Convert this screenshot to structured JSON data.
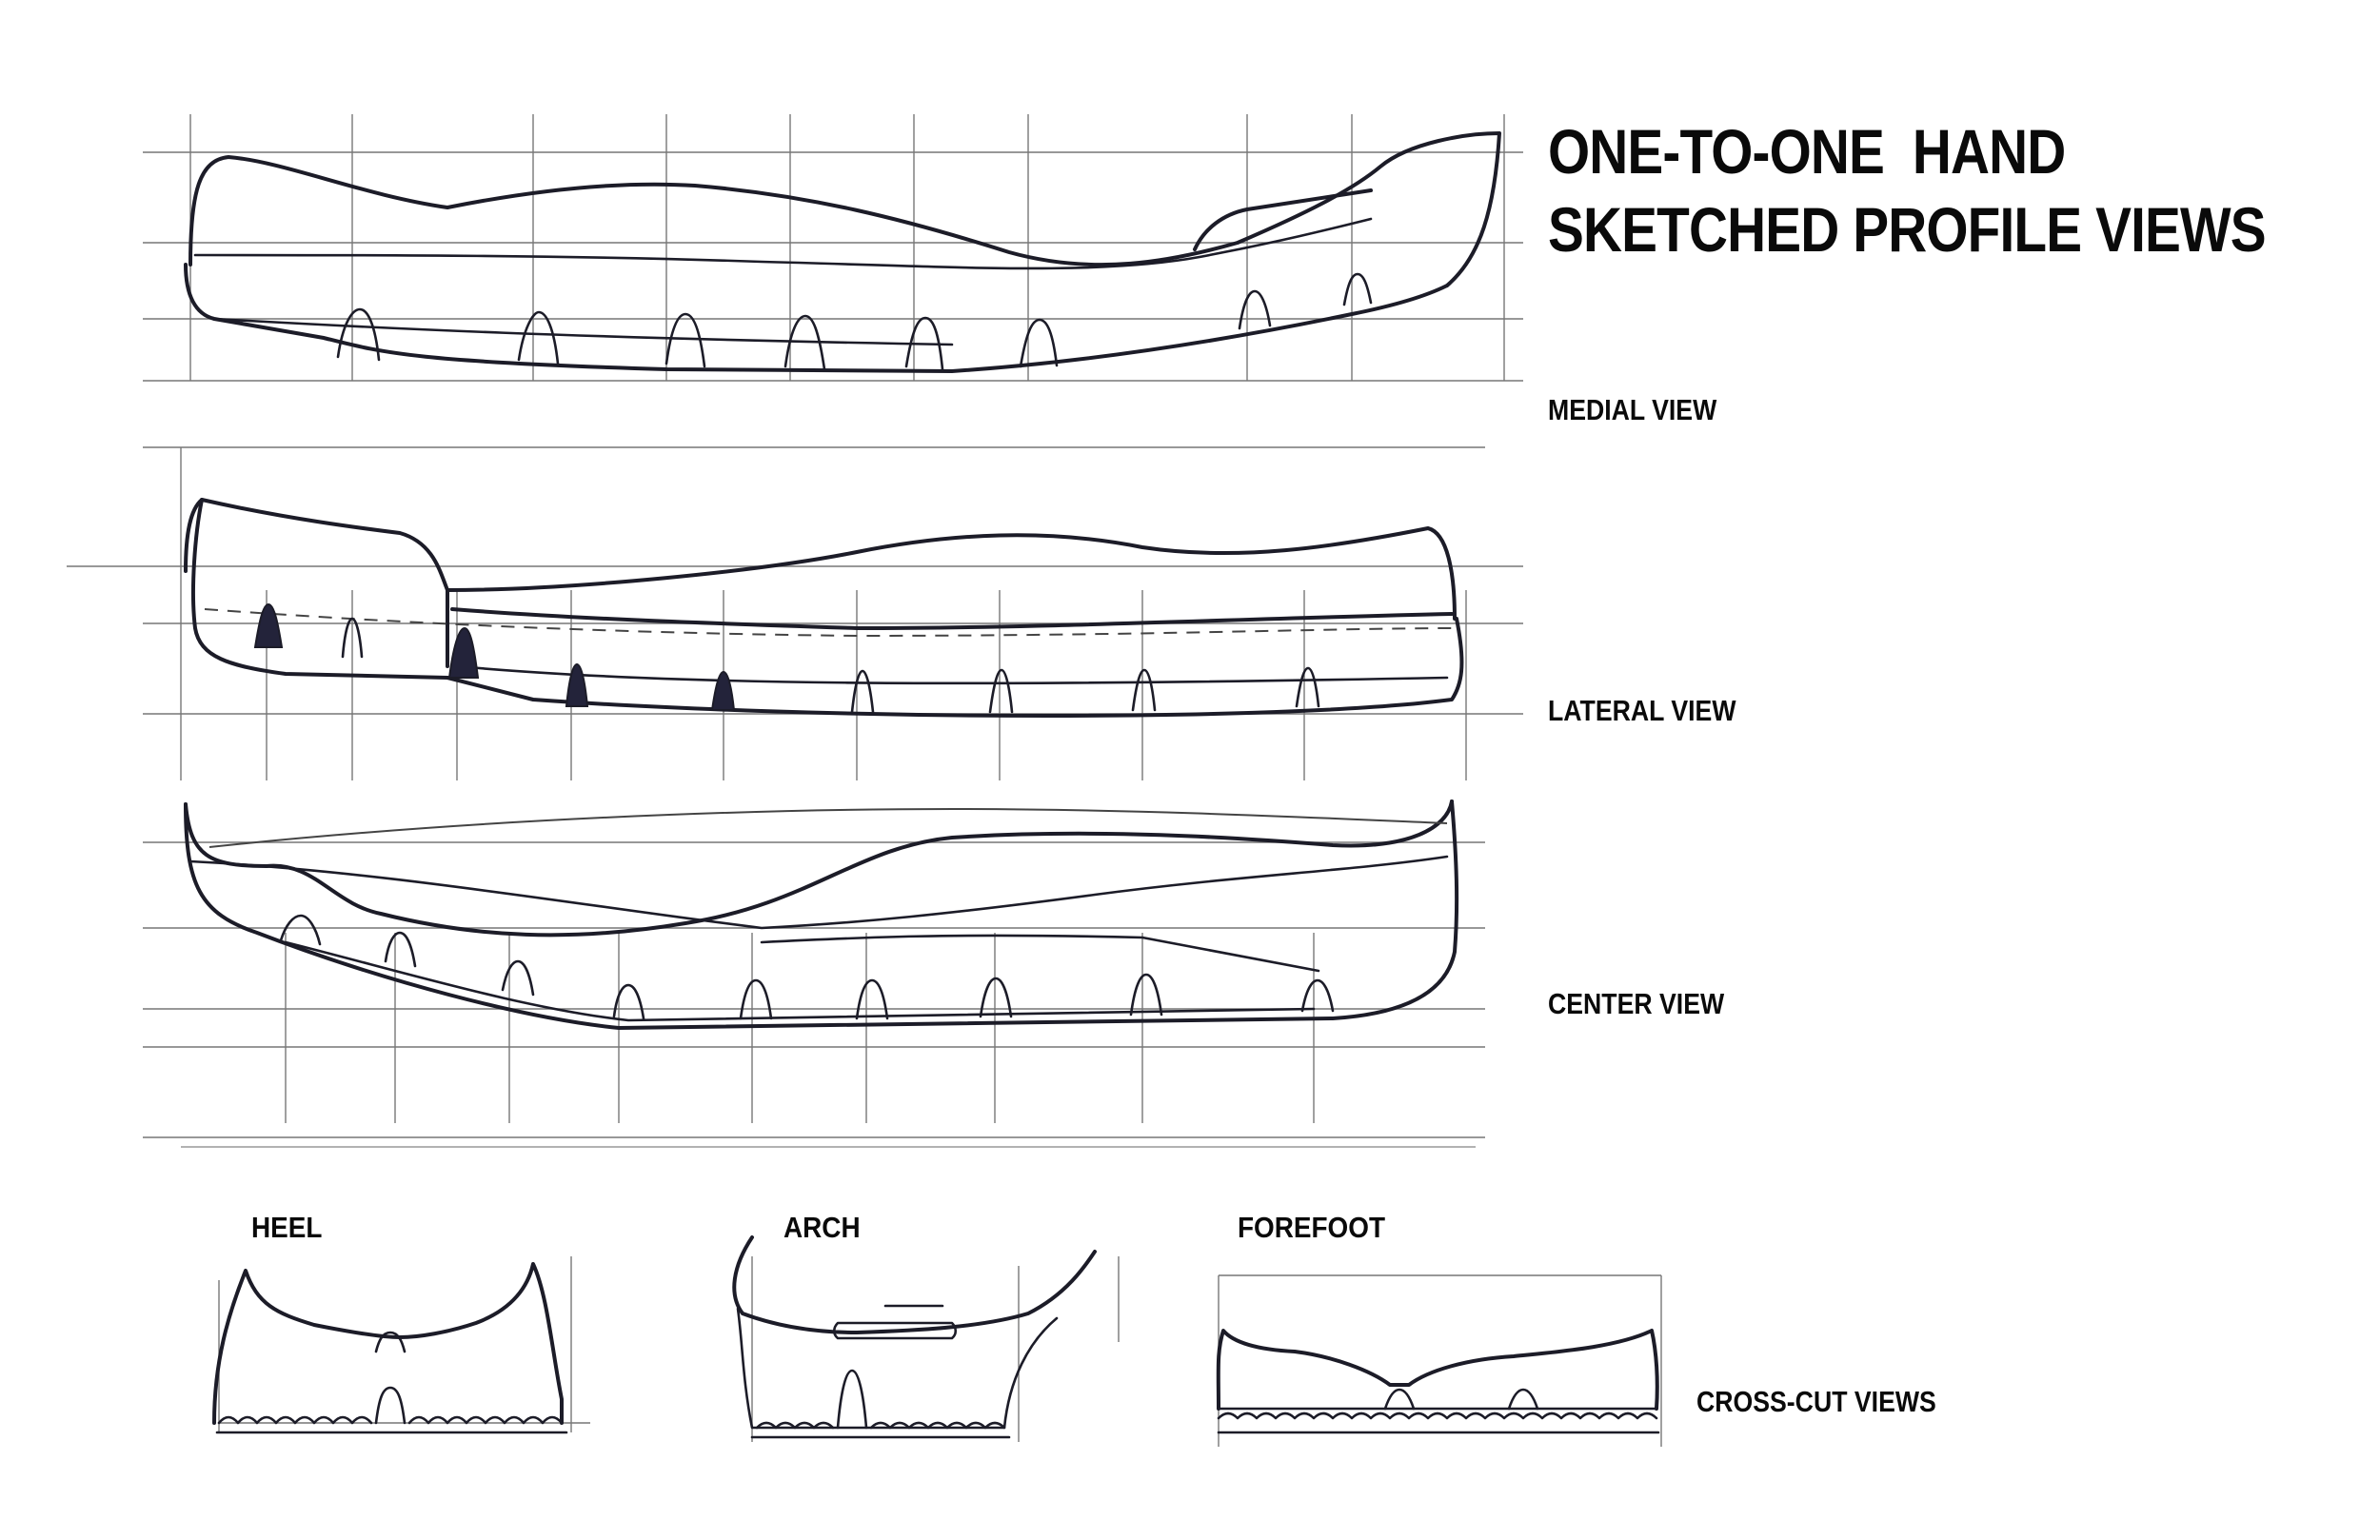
{
  "title": {
    "line1": "ONE-TO-ONE  HAND",
    "line2": "SKETCHED PROFILE VIEWS"
  },
  "views": {
    "medial": "MEDIAL VIEW",
    "lateral": "LATERAL VIEW",
    "center": "CENTER VIEW",
    "crosscut": "CROSS-CUT VIEWS"
  },
  "sections": {
    "heel": "HEEL",
    "arch": "ARCH",
    "forefoot": "FOREFOOT"
  }
}
